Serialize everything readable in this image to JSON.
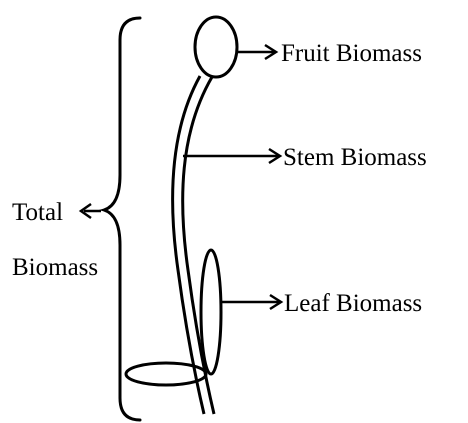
{
  "labels": {
    "fruit": "Fruit Biomass",
    "stem": "Stem Biomass",
    "leaf": "Leaf Biomass",
    "total_line1": "Total",
    "total_line2": "Biomass"
  },
  "colors": {
    "ink": "#000000",
    "background": "#ffffff"
  }
}
